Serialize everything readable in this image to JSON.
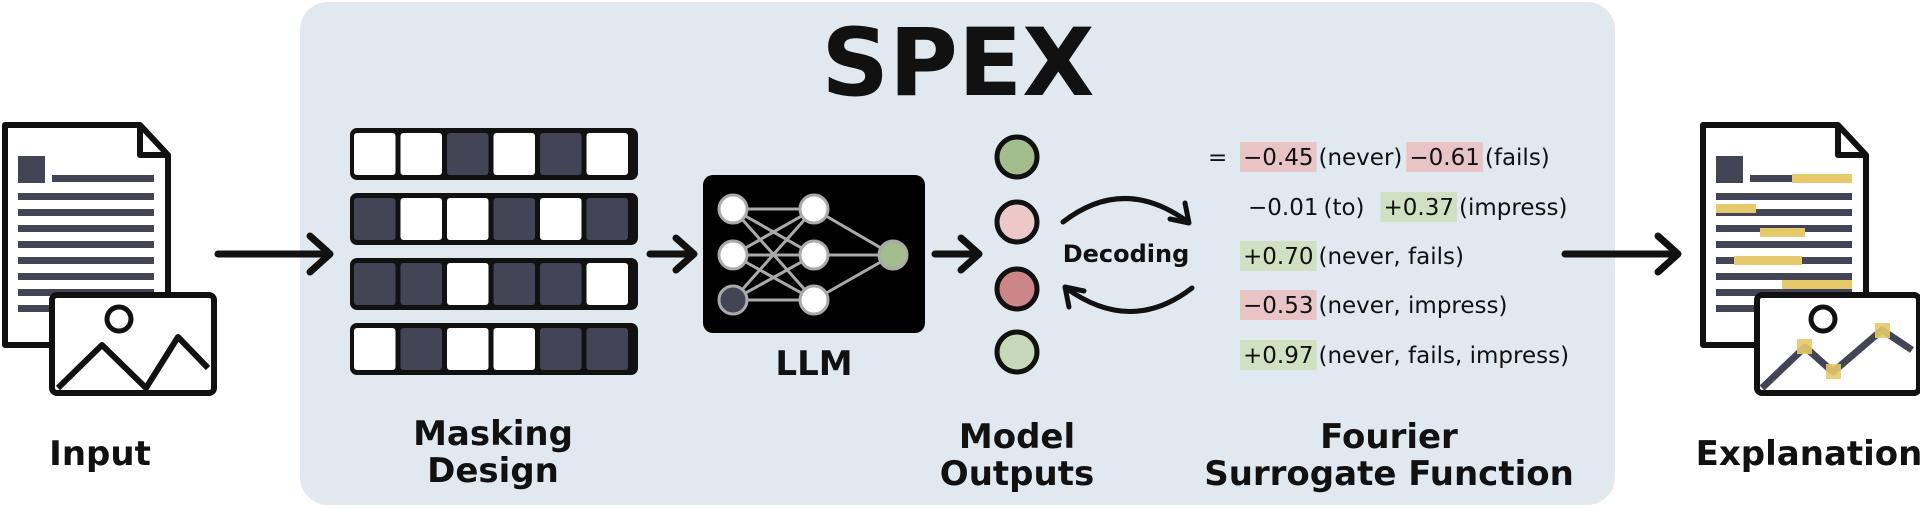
{
  "title": "SPEX",
  "labels": {
    "input": "Input",
    "masking_line1": "Masking",
    "masking_line2": "Design",
    "llm": "LLM",
    "model_line1": "Model",
    "model_line2": "Outputs",
    "fourier_line1": "Fourier",
    "fourier_line2": "Surrogate Function",
    "explanation": "Explanation",
    "decoding": "Decoding"
  },
  "masks": [
    [
      0,
      0,
      1,
      0,
      1,
      0
    ],
    [
      1,
      0,
      0,
      1,
      0,
      1
    ],
    [
      1,
      1,
      0,
      1,
      1,
      0
    ],
    [
      0,
      1,
      0,
      0,
      1,
      1
    ]
  ],
  "model_outputs": [
    "#a3be8c",
    "#ecc8c8",
    "#cd8688",
    "#c6d8b8"
  ],
  "equals": "=",
  "terms": [
    {
      "items": [
        {
          "coef": "−0.45",
          "label": "(never)",
          "bg": "#e8c4c4"
        },
        {
          "coef": "−0.61",
          "label": "(fails)",
          "bg": "#e8c4c4"
        }
      ]
    },
    {
      "items": [
        {
          "coef": "−0.01",
          "label": "(to)",
          "bg": ""
        },
        {
          "coef": "+0.37",
          "label": "(impress)",
          "bg": "#cfe0c3"
        }
      ]
    },
    {
      "items": [
        {
          "coef": "+0.70",
          "label": "(never, fails)",
          "bg": "#cfe0c3"
        }
      ]
    },
    {
      "items": [
        {
          "coef": "−0.53",
          "label": "(never, impress)",
          "bg": "#e8c4c4"
        }
      ]
    },
    {
      "items": [
        {
          "coef": "+0.97",
          "label": "(never, fails, impress)",
          "bg": "#cfe0c3"
        }
      ]
    }
  ],
  "colors": {
    "panel": "#e0e8f0",
    "dark_cell": "#434455",
    "highlight": "#e5c96a",
    "node_green": "#a3be8c"
  }
}
